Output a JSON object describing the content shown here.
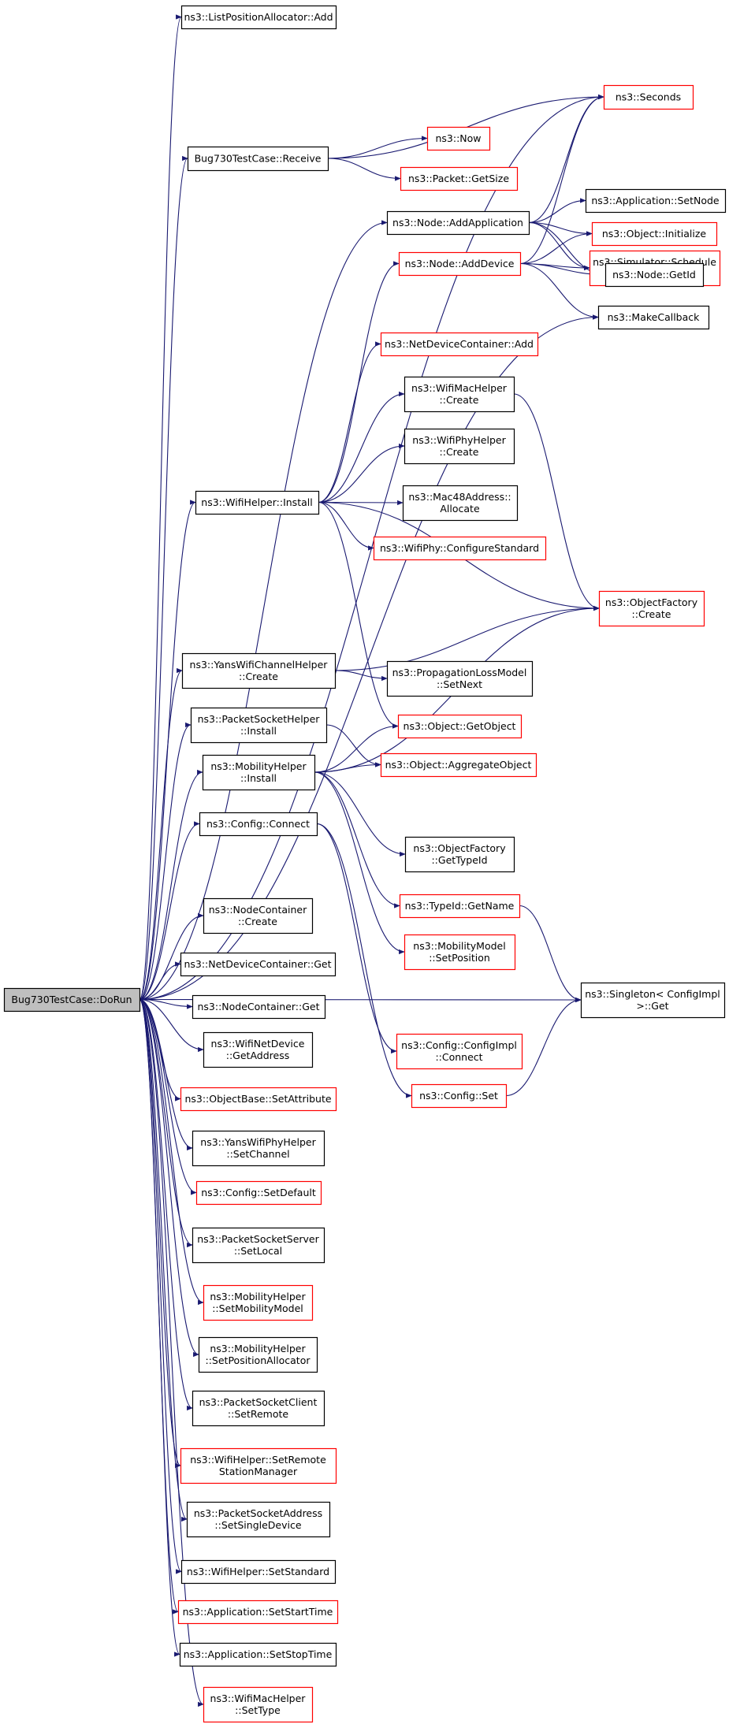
{
  "colors": {
    "edge": "#191970",
    "normal_border": "#000000",
    "documented_border": "#ff0000",
    "root_fill": "#bfbfbf"
  },
  "nodes": [
    {
      "id": "root",
      "lines": [
        "Bug730TestCase::DoRun"
      ],
      "style": "root"
    },
    {
      "id": "lpa_add",
      "lines": [
        "ns3::ListPositionAllocator::Add"
      ],
      "style": "normal"
    },
    {
      "id": "seconds",
      "lines": [
        "ns3::Seconds"
      ],
      "style": "red"
    },
    {
      "id": "receive",
      "lines": [
        "Bug730TestCase::Receive"
      ],
      "style": "normal"
    },
    {
      "id": "now",
      "lines": [
        "ns3::Now"
      ],
      "style": "red"
    },
    {
      "id": "app_setnode",
      "lines": [
        "ns3::Application::SetNode"
      ],
      "style": "normal"
    },
    {
      "id": "pkt_getsize",
      "lines": [
        "ns3::Packet::GetSize"
      ],
      "style": "red"
    },
    {
      "id": "obj_init",
      "lines": [
        "ns3::Object::Initialize"
      ],
      "style": "red"
    },
    {
      "id": "node_addapp",
      "lines": [
        "ns3::Node::AddApplication"
      ],
      "style": "normal"
    },
    {
      "id": "sim_sched",
      "lines": [
        "ns3::Simulator::Schedule",
        "WithContext"
      ],
      "style": "red"
    },
    {
      "id": "node_adddev",
      "lines": [
        "ns3::Node::AddDevice"
      ],
      "style": "red"
    },
    {
      "id": "node_getid",
      "lines": [
        "ns3::Node::GetId"
      ],
      "style": "normal"
    },
    {
      "id": "makecb",
      "lines": [
        "ns3::MakeCallback"
      ],
      "style": "normal"
    },
    {
      "id": "ndc_add",
      "lines": [
        "ns3::NetDeviceContainer::Add"
      ],
      "style": "red"
    },
    {
      "id": "wmh_create",
      "lines": [
        "ns3::WifiMacHelper",
        "::Create"
      ],
      "style": "normal"
    },
    {
      "id": "wph_create",
      "lines": [
        "ns3::WifiPhyHelper",
        "::Create"
      ],
      "style": "normal"
    },
    {
      "id": "wh_install",
      "lines": [
        "ns3::WifiHelper::Install"
      ],
      "style": "normal"
    },
    {
      "id": "mac48",
      "lines": [
        "ns3::Mac48Address::",
        "Allocate"
      ],
      "style": "normal"
    },
    {
      "id": "wphy_cfg",
      "lines": [
        "ns3::WifiPhy::ConfigureStandard"
      ],
      "style": "red"
    },
    {
      "id": "of_create",
      "lines": [
        "ns3::ObjectFactory",
        "::Create"
      ],
      "style": "red"
    },
    {
      "id": "ywch_create",
      "lines": [
        "ns3::YansWifiChannelHelper",
        "::Create"
      ],
      "style": "normal"
    },
    {
      "id": "plm_setnext",
      "lines": [
        "ns3::PropagationLossModel",
        "::SetNext"
      ],
      "style": "normal"
    },
    {
      "id": "psh_install",
      "lines": [
        "ns3::PacketSocketHelper",
        "::Install"
      ],
      "style": "normal"
    },
    {
      "id": "obj_getobj",
      "lines": [
        "ns3::Object::GetObject"
      ],
      "style": "red"
    },
    {
      "id": "mh_install",
      "lines": [
        "ns3::MobilityHelper",
        "::Install"
      ],
      "style": "normal"
    },
    {
      "id": "obj_aggr",
      "lines": [
        "ns3::Object::AggregateObject"
      ],
      "style": "red"
    },
    {
      "id": "cfg_connect",
      "lines": [
        "ns3::Config::Connect"
      ],
      "style": "normal"
    },
    {
      "id": "of_gettypeid",
      "lines": [
        "ns3::ObjectFactory",
        "::GetTypeId"
      ],
      "style": "normal"
    },
    {
      "id": "typeid_getname",
      "lines": [
        "ns3::TypeId::GetName"
      ],
      "style": "red"
    },
    {
      "id": "nc_create",
      "lines": [
        "ns3::NodeContainer",
        "::Create"
      ],
      "style": "normal"
    },
    {
      "id": "mm_setpos",
      "lines": [
        "ns3::MobilityModel",
        "::SetPosition"
      ],
      "style": "red"
    },
    {
      "id": "ndc_get",
      "lines": [
        "ns3::NetDeviceContainer::Get"
      ],
      "style": "normal"
    },
    {
      "id": "singleton_get",
      "lines": [
        "ns3::Singleton< ConfigImpl",
        " >::Get"
      ],
      "style": "normal"
    },
    {
      "id": "nc_get",
      "lines": [
        "ns3::NodeContainer::Get"
      ],
      "style": "normal"
    },
    {
      "id": "wnd_getaddr",
      "lines": [
        "ns3::WifiNetDevice",
        "::GetAddress"
      ],
      "style": "normal"
    },
    {
      "id": "cfgimpl_connect",
      "lines": [
        "ns3::Config::ConfigImpl",
        "::Connect"
      ],
      "style": "red"
    },
    {
      "id": "ob_setattr",
      "lines": [
        "ns3::ObjectBase::SetAttribute"
      ],
      "style": "red"
    },
    {
      "id": "cfg_set",
      "lines": [
        "ns3::Config::Set"
      ],
      "style": "red"
    },
    {
      "id": "ywph_setchan",
      "lines": [
        "ns3::YansWifiPhyHelper",
        "::SetChannel"
      ],
      "style": "normal"
    },
    {
      "id": "cfg_setdefault",
      "lines": [
        "ns3::Config::SetDefault"
      ],
      "style": "red"
    },
    {
      "id": "pss_setlocal",
      "lines": [
        "ns3::PacketSocketServer",
        "::SetLocal"
      ],
      "style": "normal"
    },
    {
      "id": "mh_setmob",
      "lines": [
        "ns3::MobilityHelper",
        "::SetMobilityModel"
      ],
      "style": "red"
    },
    {
      "id": "mh_setposalloc",
      "lines": [
        "ns3::MobilityHelper",
        "::SetPositionAllocator"
      ],
      "style": "normal"
    },
    {
      "id": "psc_setremote",
      "lines": [
        "ns3::PacketSocketClient",
        "::SetRemote"
      ],
      "style": "normal"
    },
    {
      "id": "wh_setrsm",
      "lines": [
        "ns3::WifiHelper::SetRemote",
        "StationManager"
      ],
      "style": "red"
    },
    {
      "id": "psa_setsingle",
      "lines": [
        "ns3::PacketSocketAddress",
        "::SetSingleDevice"
      ],
      "style": "normal"
    },
    {
      "id": "wh_setstd",
      "lines": [
        "ns3::WifiHelper::SetStandard"
      ],
      "style": "normal"
    },
    {
      "id": "app_setstart",
      "lines": [
        "ns3::Application::SetStartTime"
      ],
      "style": "red"
    },
    {
      "id": "app_setstop",
      "lines": [
        "ns3::Application::SetStopTime"
      ],
      "style": "normal"
    },
    {
      "id": "wmh_settype",
      "lines": [
        "ns3::WifiMacHelper",
        "::SetType"
      ],
      "style": "red"
    }
  ],
  "edges": [
    [
      "root",
      "lpa_add"
    ],
    [
      "root",
      "seconds"
    ],
    [
      "root",
      "receive"
    ],
    [
      "root",
      "node_addapp"
    ],
    [
      "root",
      "makecb"
    ],
    [
      "root",
      "wh_install"
    ],
    [
      "root",
      "ywch_create"
    ],
    [
      "root",
      "psh_install"
    ],
    [
      "root",
      "mh_install"
    ],
    [
      "root",
      "cfg_connect"
    ],
    [
      "root",
      "singleton_get"
    ],
    [
      "root",
      "nc_create"
    ],
    [
      "root",
      "ndc_get"
    ],
    [
      "root",
      "nc_get"
    ],
    [
      "root",
      "wnd_getaddr"
    ],
    [
      "root",
      "ob_setattr"
    ],
    [
      "root",
      "ywph_setchan"
    ],
    [
      "root",
      "cfg_setdefault"
    ],
    [
      "root",
      "pss_setlocal"
    ],
    [
      "root",
      "mh_setmob"
    ],
    [
      "root",
      "mh_setposalloc"
    ],
    [
      "root",
      "psc_setremote"
    ],
    [
      "root",
      "wh_setrsm"
    ],
    [
      "root",
      "psa_setsingle"
    ],
    [
      "root",
      "wh_setstd"
    ],
    [
      "root",
      "app_setstart"
    ],
    [
      "root",
      "app_setstop"
    ],
    [
      "root",
      "wmh_settype"
    ],
    [
      "receive",
      "seconds"
    ],
    [
      "receive",
      "now"
    ],
    [
      "receive",
      "pkt_getsize"
    ],
    [
      "node_addapp",
      "seconds"
    ],
    [
      "node_addapp",
      "app_setnode"
    ],
    [
      "node_addapp",
      "obj_init"
    ],
    [
      "node_addapp",
      "sim_sched"
    ],
    [
      "node_addapp",
      "node_getid"
    ],
    [
      "node_adddev",
      "seconds"
    ],
    [
      "node_adddev",
      "obj_init"
    ],
    [
      "node_adddev",
      "sim_sched"
    ],
    [
      "node_adddev",
      "node_getid"
    ],
    [
      "node_adddev",
      "makecb"
    ],
    [
      "wh_install",
      "node_adddev"
    ],
    [
      "wh_install",
      "ndc_add"
    ],
    [
      "wh_install",
      "wmh_create"
    ],
    [
      "wh_install",
      "wph_create"
    ],
    [
      "wh_install",
      "mac48"
    ],
    [
      "wh_install",
      "wphy_cfg"
    ],
    [
      "wh_install",
      "of_create"
    ],
    [
      "wh_install",
      "obj_getobj"
    ],
    [
      "wmh_create",
      "of_create"
    ],
    [
      "ywch_create",
      "of_create"
    ],
    [
      "ywch_create",
      "plm_setnext"
    ],
    [
      "psh_install",
      "obj_aggr"
    ],
    [
      "mh_install",
      "obj_getobj"
    ],
    [
      "mh_install",
      "obj_aggr"
    ],
    [
      "mh_install",
      "of_create"
    ],
    [
      "mh_install",
      "of_gettypeid"
    ],
    [
      "mh_install",
      "typeid_getname"
    ],
    [
      "mh_install",
      "mm_setpos"
    ],
    [
      "cfg_connect",
      "cfgimpl_connect"
    ],
    [
      "cfg_connect",
      "cfg_set"
    ],
    [
      "typeid_getname",
      "singleton_get"
    ],
    [
      "cfg_set",
      "singleton_get"
    ]
  ]
}
